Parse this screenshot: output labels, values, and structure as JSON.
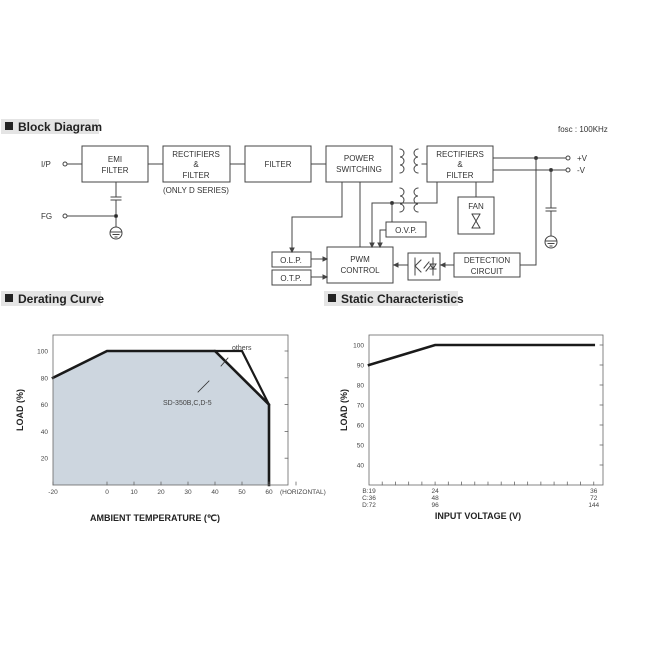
{
  "sections": {
    "block_diagram": "Block Diagram",
    "derating_curve": "Derating Curve",
    "static_characteristics": "Static Characteristics"
  },
  "block_diagram": {
    "fosc": "fosc : 100KHz",
    "input_label": "I/P",
    "fg_label": "FG",
    "emi_filter": [
      "EMI",
      "FILTER"
    ],
    "rectifiers_filter_1": [
      "RECTIFIERS",
      "&",
      "FILTER"
    ],
    "only_d_series": "(ONLY D SERIES)",
    "filter": "FILTER",
    "power_switching": [
      "POWER",
      "SWITCHING"
    ],
    "rectifiers_filter_2": [
      "RECTIFIERS",
      "&",
      "FILTER"
    ],
    "fan": "FAN",
    "ovp": "O.V.P.",
    "pwm_control": [
      "PWM",
      "CONTROL"
    ],
    "detection_circuit": [
      "DETECTION",
      "CIRCUIT"
    ],
    "olp": "O.L.P.",
    "otp": "O.T.P.",
    "plus_v": "+V",
    "minus_v": "-V"
  },
  "chart_data": [
    {
      "type": "area",
      "title": "Derating Curve",
      "xlabel": "AMBIENT TEMPERATURE (℃)",
      "ylabel": "LOAD (%)",
      "x_note": "(HORIZONTAL)",
      "xlim": [
        -20,
        70
      ],
      "ylim": [
        0,
        110
      ],
      "x_ticks": [
        -20,
        0,
        10,
        20,
        30,
        40,
        50,
        60
      ],
      "y_ticks": [
        20,
        40,
        60,
        80,
        100
      ],
      "fill_color": "#cdd6df",
      "series": [
        {
          "name": "SD-350B,C,D-5",
          "x": [
            -20,
            0,
            40,
            60,
            60
          ],
          "y": [
            80,
            100,
            100,
            60,
            0
          ]
        },
        {
          "name": "others",
          "x": [
            40,
            50,
            60
          ],
          "y": [
            100,
            100,
            60
          ]
        }
      ]
    },
    {
      "type": "line",
      "title": "Static Characteristics",
      "xlabel": "INPUT VOLTAGE (V)",
      "ylabel": "LOAD (%)",
      "xlim": [
        19,
        36.7
      ],
      "ylim": [
        30,
        105
      ],
      "y_ticks": [
        40,
        50,
        60,
        70,
        80,
        90,
        100
      ],
      "x_tick_labels": [
        {
          "x": 19,
          "rows": [
            "B:19",
            "C:36",
            "D:72"
          ]
        },
        {
          "x": 24,
          "rows": [
            "24",
            "48",
            "96"
          ]
        },
        {
          "x": 36,
          "rows": [
            "36",
            "72",
            "144"
          ]
        }
      ],
      "series": [
        {
          "x": [
            19,
            24,
            36
          ],
          "y": [
            90,
            100,
            100
          ]
        }
      ]
    }
  ]
}
